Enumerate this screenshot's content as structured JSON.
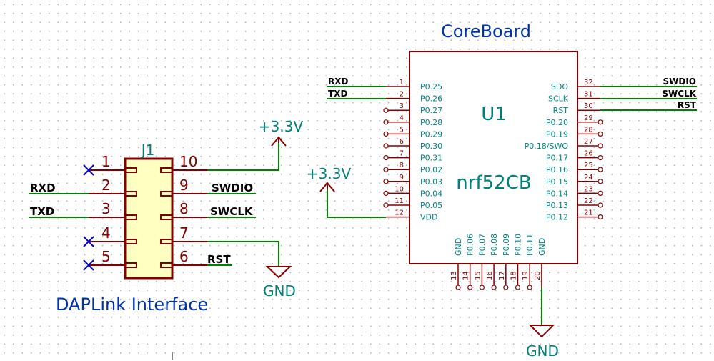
{
  "titles": {
    "coreboard": "CoreBoard",
    "dap_interface": "DAPLink Interface"
  },
  "j1": {
    "ref": "J1",
    "left_pins": [
      "1",
      "2",
      "3",
      "4",
      "5"
    ],
    "right_pins": [
      "10",
      "9",
      "8",
      "7",
      "6"
    ],
    "left_nets": [
      "",
      "RXD",
      "TXD",
      "",
      ""
    ],
    "right_nets": [
      "",
      "SWDIO",
      "SWCLK",
      "",
      "RST"
    ]
  },
  "u1": {
    "ref": "U1",
    "value": "nrf52CB",
    "left_pins": [
      {
        "num": "1",
        "name": "P0.25"
      },
      {
        "num": "2",
        "name": "P0.26"
      },
      {
        "num": "3",
        "name": "P0.27"
      },
      {
        "num": "4",
        "name": "P0.28"
      },
      {
        "num": "5",
        "name": "P0.29"
      },
      {
        "num": "6",
        "name": "P0.30"
      },
      {
        "num": "7",
        "name": "P0.31"
      },
      {
        "num": "8",
        "name": "P0.02"
      },
      {
        "num": "9",
        "name": "P0.03"
      },
      {
        "num": "10",
        "name": "P0.04"
      },
      {
        "num": "11",
        "name": "P0.05"
      },
      {
        "num": "12",
        "name": "VDD"
      }
    ],
    "right_pins": [
      {
        "num": "32",
        "name": "SDO"
      },
      {
        "num": "31",
        "name": "SCLK"
      },
      {
        "num": "30",
        "name": "RST"
      },
      {
        "num": "29",
        "name": "P0.20"
      },
      {
        "num": "28",
        "name": "P0.19"
      },
      {
        "num": "27",
        "name": "P0.18/SWO"
      },
      {
        "num": "26",
        "name": "P0.17"
      },
      {
        "num": "25",
        "name": "P0.16"
      },
      {
        "num": "24",
        "name": "P0.15"
      },
      {
        "num": "23",
        "name": "P0.14"
      },
      {
        "num": "22",
        "name": "P0.13"
      },
      {
        "num": "21",
        "name": "P0.12"
      }
    ],
    "bottom_pins": [
      {
        "num": "13",
        "name": "GND"
      },
      {
        "num": "14",
        "name": "P0.06"
      },
      {
        "num": "15",
        "name": "P0.07"
      },
      {
        "num": "16",
        "name": "P0.08"
      },
      {
        "num": "17",
        "name": "P0.09"
      },
      {
        "num": "18",
        "name": "P0.10"
      },
      {
        "num": "19",
        "name": "P0.11"
      },
      {
        "num": "20",
        "name": "GND"
      }
    ],
    "left_nets": [
      "RXD",
      "TXD"
    ],
    "right_nets": [
      "SWDIO",
      "SWCLK",
      "RST"
    ]
  },
  "power": {
    "v33": "+3.3V",
    "gnd": "GND"
  },
  "colors": {
    "component": "#840000",
    "body_fill": "#ffffc2",
    "wire": "#008400",
    "label_blue": "#0033aa",
    "label_teal": "#00807a",
    "no_connect": "#0000cc"
  }
}
